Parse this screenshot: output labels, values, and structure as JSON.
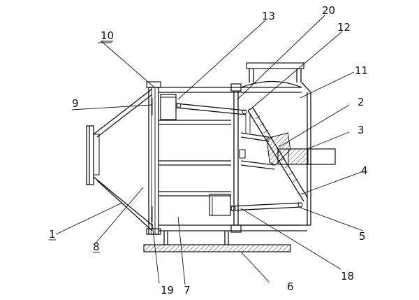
{
  "diagram": {
    "labels": {
      "l1": "1",
      "l2": "2",
      "l3": "3",
      "l4": "4",
      "l5": "5",
      "l6": "6",
      "l7": "7",
      "l8": "8",
      "l9": "9",
      "l10": "10",
      "l11": "11",
      "l12": "12",
      "l13": "13",
      "l18": "18",
      "l19": "19",
      "l20": "20"
    }
  }
}
